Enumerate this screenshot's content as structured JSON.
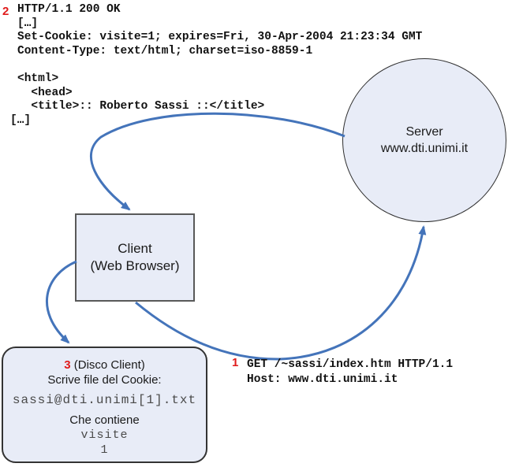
{
  "palette": {
    "arrow_blue": "#4474ba",
    "shape_fill": "#e8ecf7",
    "shape_border": "#595959",
    "red_label": "#e01b1b",
    "code_text": "#111111",
    "mono_gray": "#4a4a4a"
  },
  "server": {
    "line1": "Server",
    "line2": "www.dti.unimi.it"
  },
  "client": {
    "line1": "Client",
    "line2": "(Web Browser)"
  },
  "response_block": {
    "step_number": "2",
    "lines": [
      "HTTP/1.1 200 OK",
      "[…]",
      "Set-Cookie: visite=1; expires=Fri, 30-Apr-2004 21:23:34 GMT",
      "Content-Type: text/html; charset=iso-8859-1",
      "",
      "<html>",
      "  <head>",
      "  <title>:: Roberto Sassi ::</title>"
    ],
    "trailing_ellipsis": "[…]"
  },
  "request_block": {
    "step_number": "1",
    "lines": [
      "GET /~sassi/index.htm HTTP/1.1",
      "Host: www.dti.unimi.it"
    ]
  },
  "cookie_box": {
    "step_number": "3",
    "title_rest": " (Disco Client)",
    "subtitle": "Scrive file del Cookie:",
    "filename": "sassi@dti.unimi[1].txt",
    "contains_label": "Che contiene",
    "cookie_key": "visite",
    "cookie_value": "1"
  }
}
